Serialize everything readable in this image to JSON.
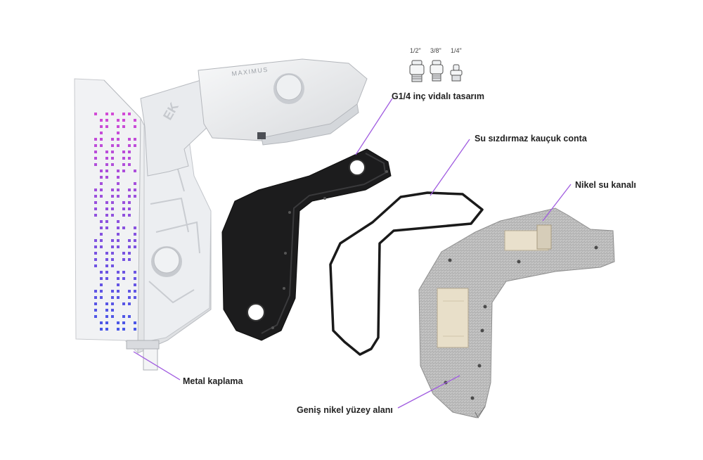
{
  "callouts": {
    "g14_thread": "G1/4 inç vidalı tasarım",
    "gasket": "Su sızdırmaz kauçuk conta",
    "nickel_channel": "Nikel su kanalı",
    "metal_cover": "Metal kaplama",
    "nickel_surface": "Geniş nikel yüzey alanı"
  },
  "fitting_sizes": [
    "1/2\"",
    "3/8\"",
    "1/4\""
  ],
  "product_marking": "MAXIMUS",
  "colors": {
    "callout_line": "#a05be0",
    "gasket": "#1a1a1a",
    "plate": "#b9b9b9",
    "block_body": "#e9ebee",
    "rgb_top": "#d24bd6",
    "rgb_bottom": "#4657e8"
  }
}
